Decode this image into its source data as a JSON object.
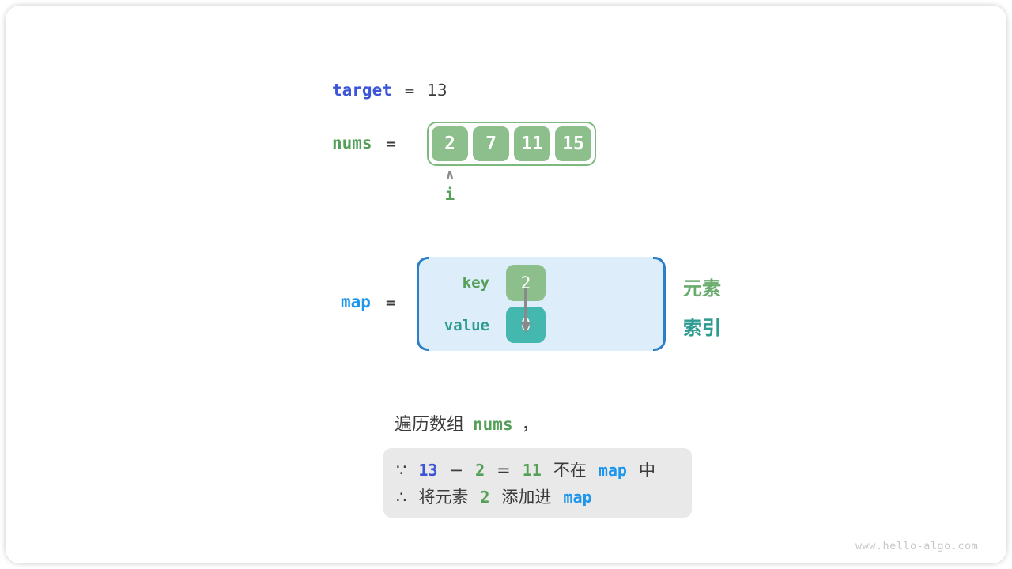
{
  "colors": {
    "royal_blue": "#3c55d7",
    "bright_blue": "#1e96eb",
    "green": "#55a058",
    "green_light": "#6aab6e",
    "teal": "#2d9b91",
    "cell_green_bg": "#8cbf8c",
    "cell_green_border": "#7db97d",
    "cell_teal_bg": "#44b8ae",
    "map_bg": "#ddeefa",
    "bracket_blue": "#2a7fc6",
    "dark_text": "#3b3b3b",
    "note_bg": "#e9e9e9",
    "arrow_gray": "#8a8a8a",
    "footer_gray": "#c8c8c8"
  },
  "target_line": {
    "label": "target",
    "equals": "=",
    "value": "13"
  },
  "nums_line": {
    "label": "nums",
    "equals": "=",
    "cells": [
      "2",
      "7",
      "11",
      "15"
    ],
    "pointer": {
      "caret": "∧",
      "label": "i"
    }
  },
  "map_section": {
    "label": "map",
    "equals": "=",
    "key_row": {
      "label": "key",
      "value": "2"
    },
    "value_row": {
      "label": "value",
      "value": "0"
    },
    "annotations": {
      "element": "元素",
      "index": "索引"
    }
  },
  "caption": {
    "prefix": "遍历数组",
    "code": "nums",
    "comma": "，"
  },
  "note_box": {
    "line1": [
      {
        "text": "∵",
        "style": "dark"
      },
      {
        "text": "13",
        "style": "royal"
      },
      {
        "text": "−",
        "style": "dark"
      },
      {
        "text": "2",
        "style": "green"
      },
      {
        "text": "=",
        "style": "dark"
      },
      {
        "text": "11",
        "style": "green"
      },
      {
        "text": "不在",
        "style": "dark"
      },
      {
        "text": "map",
        "style": "bright"
      },
      {
        "text": "中",
        "style": "dark"
      }
    ],
    "line2": [
      {
        "text": "∴",
        "style": "dark"
      },
      {
        "text": "将元素",
        "style": "dark"
      },
      {
        "text": "2",
        "style": "green"
      },
      {
        "text": "添加进",
        "style": "dark"
      },
      {
        "text": "map",
        "style": "bright"
      }
    ]
  },
  "footer": {
    "url": "www.hello-algo.com"
  }
}
